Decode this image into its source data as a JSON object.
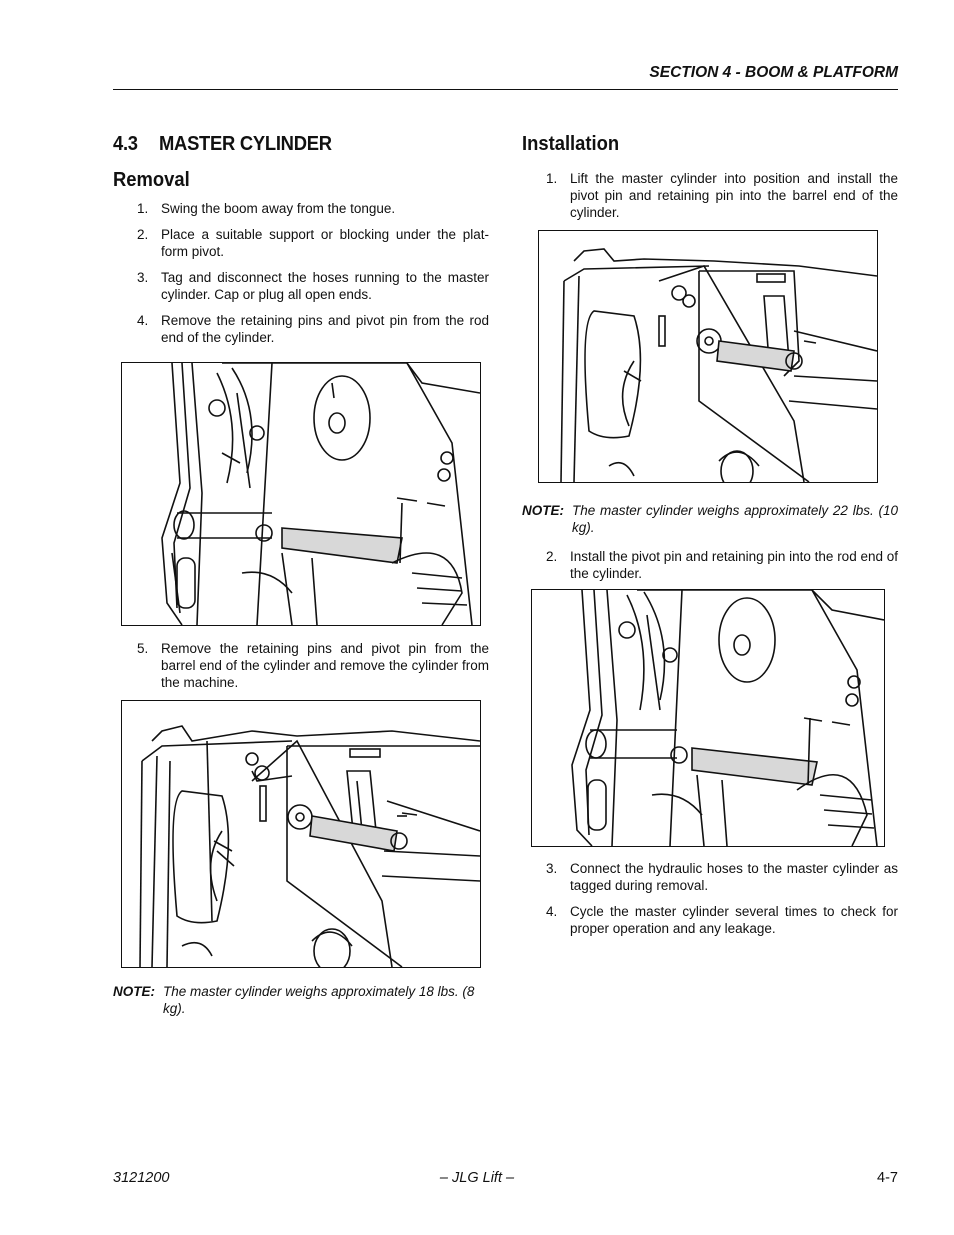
{
  "header": {
    "section": "SECTION 4 - BOOM & PLATFORM"
  },
  "left": {
    "section_number": "4.3",
    "section_title": "MASTER CYLINDER",
    "removal_heading": "Removal",
    "steps_a": [
      {
        "num": "1.",
        "text": "Swing the boom away from the tongue."
      },
      {
        "num": "2.",
        "text": "Place a suitable support or blocking under the plat-form pivot."
      },
      {
        "num": "3.",
        "text": "Tag and disconnect the hoses running to the master cylinder. Cap or plug all open ends."
      },
      {
        "num": "4.",
        "text": "Remove the retaining pins and pivot pin from the rod end of the cylinder."
      }
    ],
    "steps_b": [
      {
        "num": "5.",
        "text": "Remove the retaining pins and pivot pin from the barrel end of the cylinder and remove the cylinder from the machine."
      }
    ],
    "note": {
      "label": "NOTE:",
      "text": "The master cylinder weighs approximately 18 lbs. (8 kg)."
    }
  },
  "right": {
    "installation_heading": "Installation",
    "steps_a": [
      {
        "num": "1.",
        "text": "Lift the master cylinder into position and install the pivot pin and retaining pin into the barrel end of the cylinder."
      }
    ],
    "note": {
      "label": "NOTE:",
      "text": "The master cylinder weighs approximately 22 lbs. (10 kg)."
    },
    "steps_b": [
      {
        "num": "2.",
        "text": "Install the pivot pin and retaining pin into the rod end of the cylinder."
      }
    ],
    "steps_c": [
      {
        "num": "3.",
        "text": "Connect the hydraulic hoses to the master cylinder as tagged during removal."
      },
      {
        "num": "4.",
        "text": "Cycle the master cylinder several times to check for proper operation and any leakage."
      }
    ]
  },
  "footer": {
    "doc_number": "3121200",
    "center": "– JLG Lift –",
    "page": "4-7"
  }
}
